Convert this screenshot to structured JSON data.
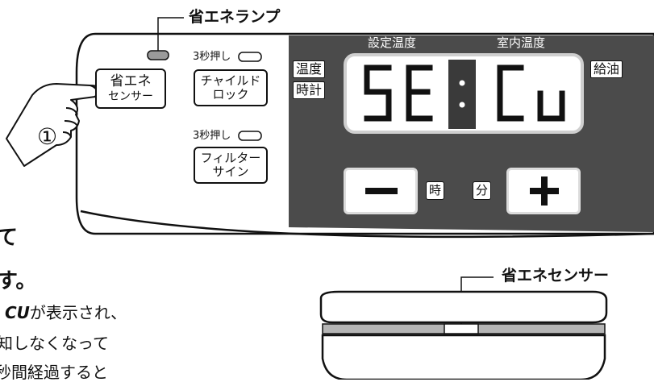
{
  "lamp_label": "省エネランプ",
  "hold_label_top": "3秒押し",
  "hold_label_bottom": "3秒押し",
  "eco_button": {
    "line1": "省エネ",
    "line2": "センサー"
  },
  "child_lock_button": {
    "line1": "チャイルド",
    "line2": "ロック"
  },
  "filter_button": {
    "line1": "フィルター",
    "line2": "サイン"
  },
  "step_marker": "①",
  "display": {
    "set_temp_label": "設定温度",
    "room_temp_label": "室内温度",
    "left_tag_top": "温度",
    "left_tag_bottom": "時計",
    "right_tag": "給油",
    "left_segments": "SE",
    "right_segments": "CU",
    "separator": ":"
  },
  "controls": {
    "minus_symbol": "−",
    "plus_symbol": "+",
    "hour_label": "時",
    "minute_label": "分"
  },
  "sensor_label": "省エネセンサー",
  "text": {
    "heading_line1": "て",
    "heading_line2": "す。",
    "line1_code": "CU",
    "line1_suffix": "が表示され、",
    "line2": "知しなくなって",
    "line3": "秒間経過すると"
  }
}
